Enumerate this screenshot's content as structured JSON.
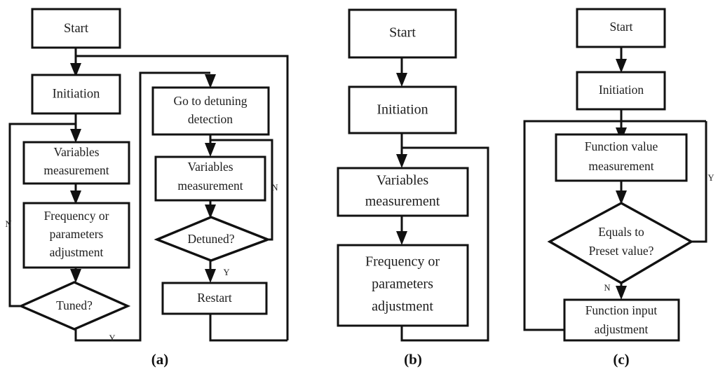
{
  "figure": {
    "type": "flowchart",
    "background": "#ffffff",
    "line_color": "#111111",
    "text_color": "#1d1d1d",
    "panel_count": 3
  },
  "panels": [
    {
      "id": "a",
      "label": "(a)",
      "nodes": [
        {
          "id": "a-start",
          "shape": "rect",
          "text": "Start"
        },
        {
          "id": "a-initiation",
          "shape": "rect",
          "text": "Initiation"
        },
        {
          "id": "a-variables",
          "shape": "rect",
          "text": "Variables measurement",
          "line1": "Variables",
          "line2": "measurement"
        },
        {
          "id": "a-freq",
          "shape": "rect",
          "text": "Frequency or parameters adjustment",
          "line1": "Frequency or",
          "line2": "parameters",
          "line3": "adjustment"
        },
        {
          "id": "a-tuned",
          "shape": "diamond",
          "text": "Tuned?"
        },
        {
          "id": "a-goto",
          "shape": "rect",
          "text": "Go to detuning detection",
          "line1": "Go to detuning",
          "line2": "detection"
        },
        {
          "id": "a-variables2",
          "shape": "rect",
          "text": "Variables measurement",
          "line1": "Variables",
          "line2": "measurement"
        },
        {
          "id": "a-detuned",
          "shape": "diamond",
          "text": "Detuned?"
        },
        {
          "id": "a-restart",
          "shape": "rect",
          "text": "Restart"
        }
      ],
      "branch_labels": [
        {
          "id": "a-tuned-no",
          "text": "N"
        },
        {
          "id": "a-tuned-yes",
          "text": "Y"
        },
        {
          "id": "a-detuned-no",
          "text": "N"
        },
        {
          "id": "a-detuned-yes",
          "text": "Y"
        }
      ]
    },
    {
      "id": "b",
      "label": "(b)",
      "nodes": [
        {
          "id": "b-start",
          "shape": "rect",
          "text": "Start"
        },
        {
          "id": "b-initiation",
          "shape": "rect",
          "text": "Initiation"
        },
        {
          "id": "b-variables",
          "shape": "rect",
          "text": "Variables measurement",
          "line1": "Variables",
          "line2": "measurement"
        },
        {
          "id": "b-freq",
          "shape": "rect",
          "text": "Frequency or parameters adjustment",
          "line1": "Frequency or",
          "line2": "parameters",
          "line3": "adjustment"
        }
      ],
      "branch_labels": []
    },
    {
      "id": "c",
      "label": "(c)",
      "nodes": [
        {
          "id": "c-start",
          "shape": "rect",
          "text": "Start"
        },
        {
          "id": "c-initiation",
          "shape": "rect",
          "text": "Initiation"
        },
        {
          "id": "c-funcval",
          "shape": "rect",
          "text": "Function value measurement",
          "line1": "Function value",
          "line2": "measurement"
        },
        {
          "id": "c-equals",
          "shape": "diamond",
          "text": "Equals to Preset value?",
          "line1": "Equals to",
          "line2": "Preset value?"
        },
        {
          "id": "c-funcinput",
          "shape": "rect",
          "text": "Function input adjustment",
          "line1": "Function input",
          "line2": "adjustment"
        }
      ],
      "branch_labels": [
        {
          "id": "c-equals-yes",
          "text": "Y"
        },
        {
          "id": "c-equals-no",
          "text": "N"
        }
      ]
    }
  ]
}
